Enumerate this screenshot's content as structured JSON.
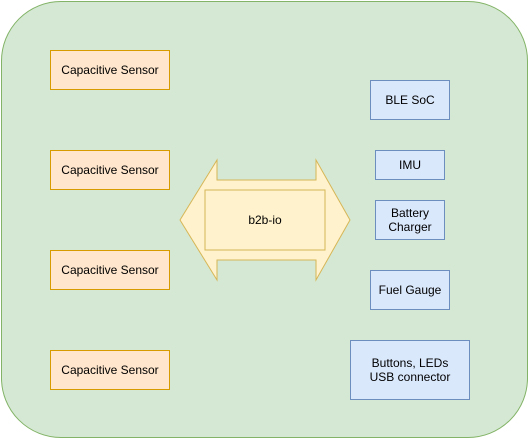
{
  "board": {
    "fill": "#d5e8d4",
    "stroke": "#82b366"
  },
  "sensors": [
    {
      "label": "Capacitive Sensor"
    },
    {
      "label": "Capacitive Sensor"
    },
    {
      "label": "Capacitive Sensor"
    },
    {
      "label": "Capacitive Sensor"
    }
  ],
  "bus": {
    "label": "b2b-io",
    "fill": "#fff2cc",
    "stroke": "#d6b656"
  },
  "components": [
    {
      "label": "BLE SoC"
    },
    {
      "label": "IMU"
    },
    {
      "label": "Battery\nCharger"
    },
    {
      "label": "Fuel Gauge"
    },
    {
      "label": "Buttons, LEDs\nUSB connector"
    }
  ],
  "colors": {
    "sensor_fill": "#ffe6cc",
    "sensor_stroke": "#d79b00",
    "component_fill": "#dae8fc",
    "component_stroke": "#6c8ebf"
  }
}
